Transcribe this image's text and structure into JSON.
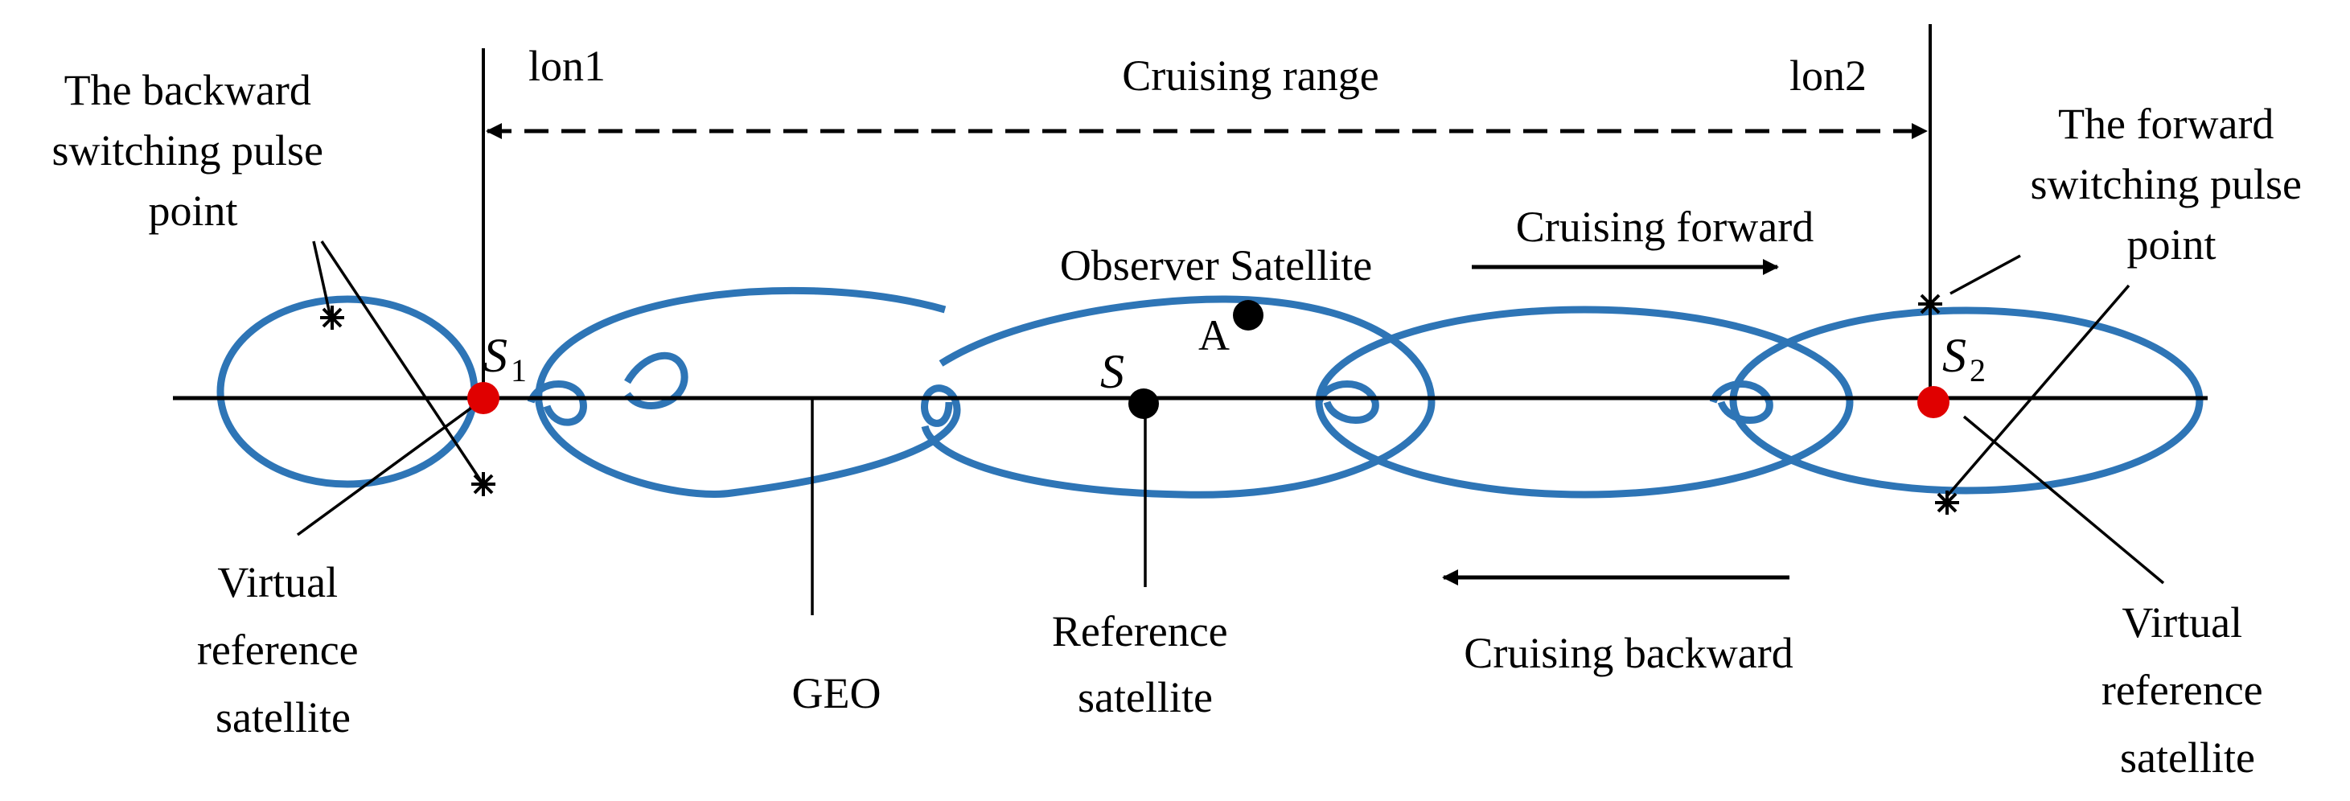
{
  "colors": {
    "orbit": "#2E75B6",
    "virtual_point": "#E00000",
    "ink": "#000000"
  },
  "labels": {
    "lon1": "lon1",
    "lon2": "lon2",
    "cruising_range": "Cruising range",
    "backward_pulse": [
      "The backward",
      "switching pulse",
      "point"
    ],
    "forward_pulse": [
      "The forward",
      "switching pulse",
      "point"
    ],
    "cruising_forward": "Cruising forward",
    "cruising_backward": "Cruising backward",
    "observer_satellite": "Observer Satellite",
    "point_a": "A",
    "s1_letter": "S",
    "s1_sub": "1",
    "s_letter": "S",
    "s2_letter": "S",
    "s2_sub": "2",
    "geo": "GEO",
    "virtual_left": [
      "Virtual",
      "reference",
      "satellite"
    ],
    "reference": [
      "Reference",
      "satellite"
    ],
    "virtual_right": [
      "Virtual",
      "reference",
      "satellite"
    ]
  }
}
